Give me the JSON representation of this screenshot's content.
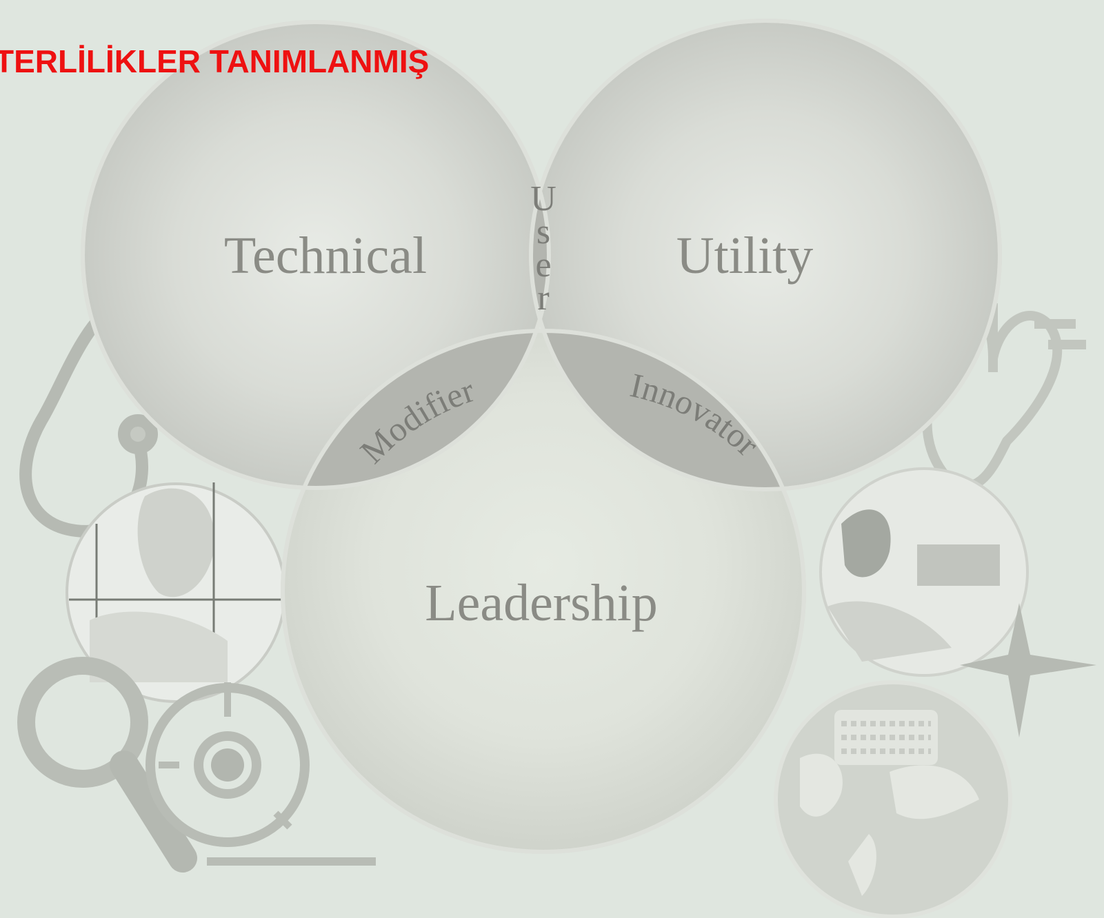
{
  "title": "TERLİLİKLER TANIMLANMIŞ",
  "circles": {
    "technical": "Technical",
    "utility": "Utility",
    "leadership": "Leadership"
  },
  "intersections": {
    "user": "User",
    "modifier": "Modifier",
    "innovator": "Innovator"
  },
  "colors": {
    "background": "#dfe6df",
    "circle_fill": "#cfd2cc",
    "lens_fill": "#afb1ab",
    "center_fill": "#9fa19b",
    "title": "#ee1111"
  },
  "icons": [
    "stethoscope-icon",
    "doctor-photo-icon",
    "magnifier-icon",
    "lens-dial-icon",
    "heart-icon",
    "lab-photo-icon",
    "compass-star-icon",
    "globe-keyboard-icon"
  ]
}
